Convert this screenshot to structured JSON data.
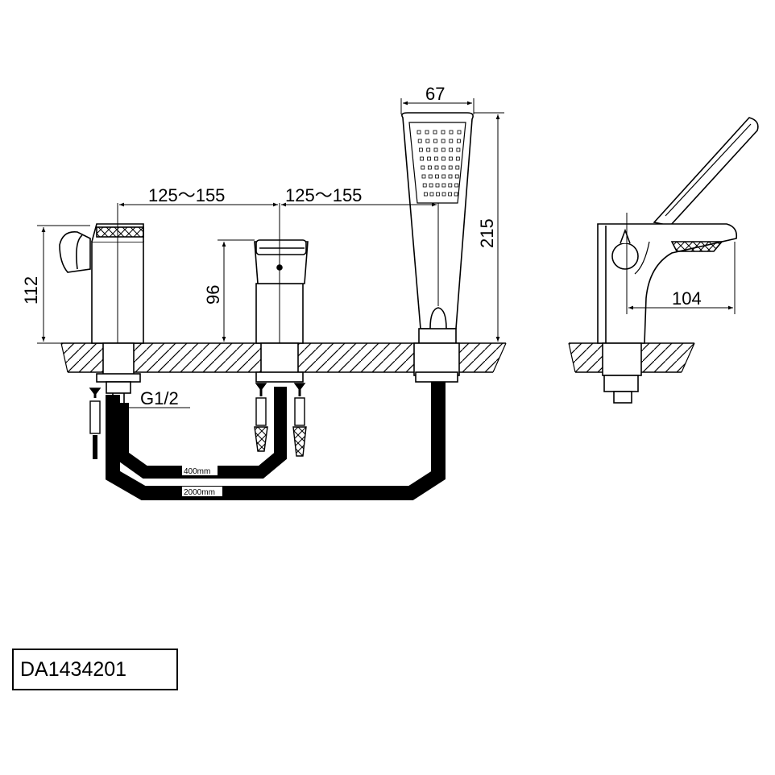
{
  "model": {
    "code": "DA1434201"
  },
  "dimensions": {
    "spacing_left": "125～155",
    "spacing_right": "125～155",
    "handshower_width": "67",
    "handshower_height": "215",
    "spout_height": "112",
    "valve_height": "96",
    "spout_projection": "104",
    "thread": "G1/2"
  },
  "hoses": {
    "short_length": "400mm",
    "long_length": "2000mm"
  },
  "colors": {
    "line": "#000000",
    "background": "#ffffff"
  }
}
